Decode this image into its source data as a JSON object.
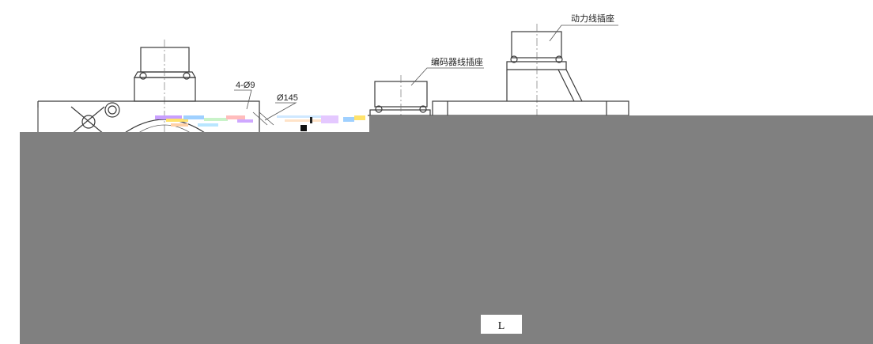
{
  "labels": {
    "power_socket": "动力线插座",
    "encoder_socket": "编码器线插座",
    "holes": "4-Ø9",
    "pcd": "Ø145",
    "length": "L"
  },
  "colors": {
    "line": "#3a3a3a",
    "overlay": "#808080",
    "background": "#ffffff"
  }
}
